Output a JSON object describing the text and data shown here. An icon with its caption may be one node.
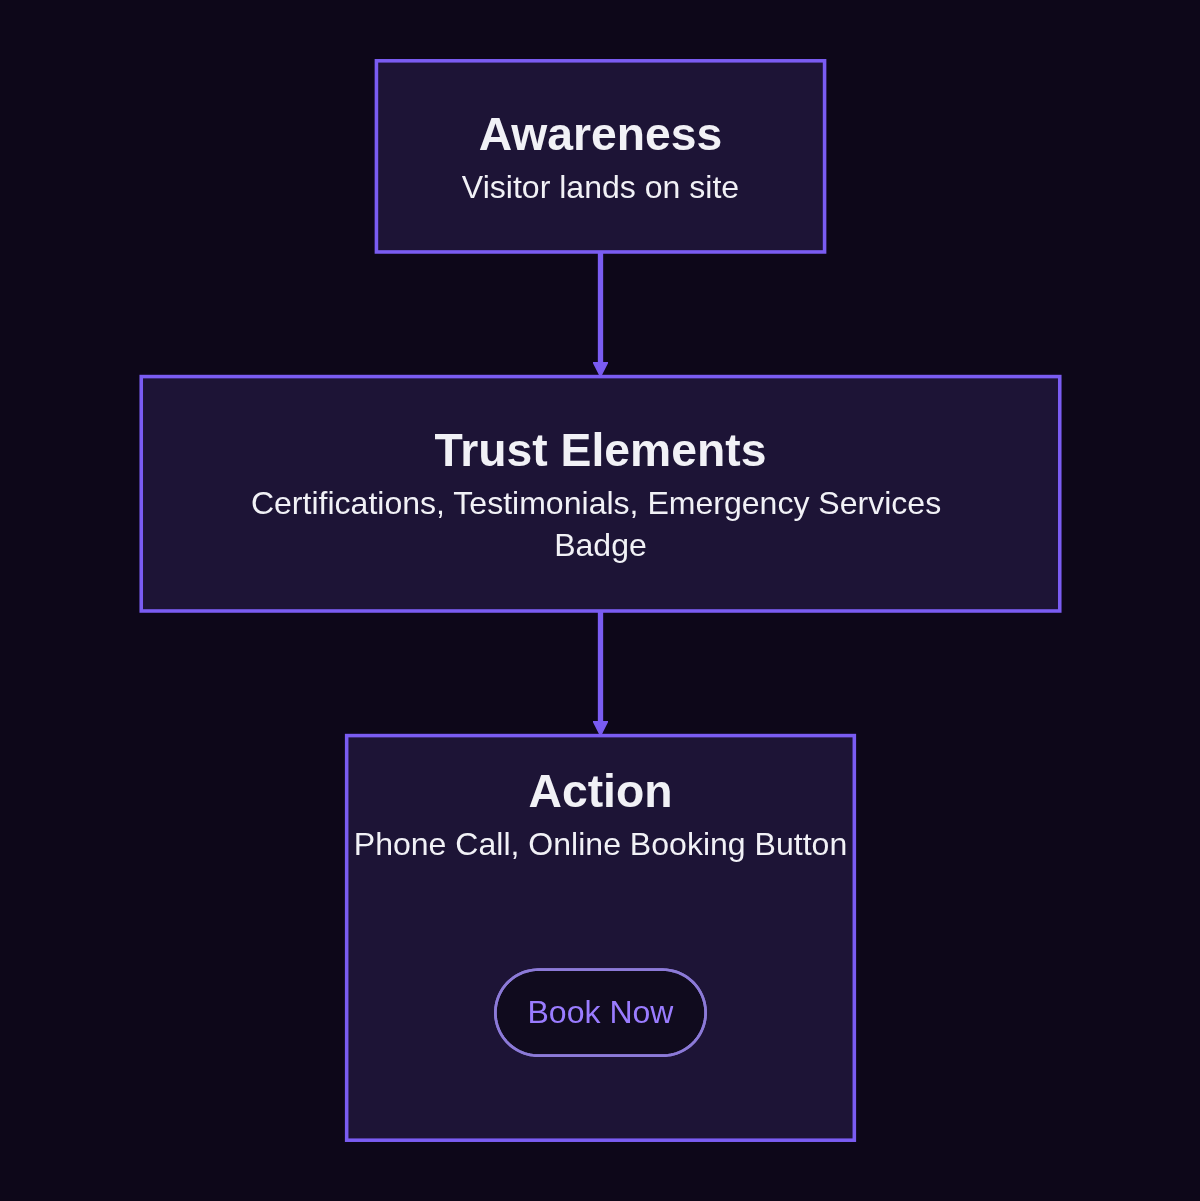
{
  "diagram": {
    "nodes": [
      {
        "text": [
          "Awareness",
          "Visitor lands on site"
        ]
      },
      {
        "text": [
          "Trust Elements",
          "Certifications, Testimonials, Emergency Services Badge"
        ]
      },
      {
        "text": [
          "Action",
          "Phone Call, Online Booking Button"
        ]
      },
      {
        "text": [
          "Book Now"
        ],
        "in": 2
      }
    ],
    "edges": [
      {
        "from": 0,
        "to": 1,
        "arrow": "to"
      },
      {
        "from": 1,
        "to": 2,
        "arrow": "to"
      }
    ]
  }
}
